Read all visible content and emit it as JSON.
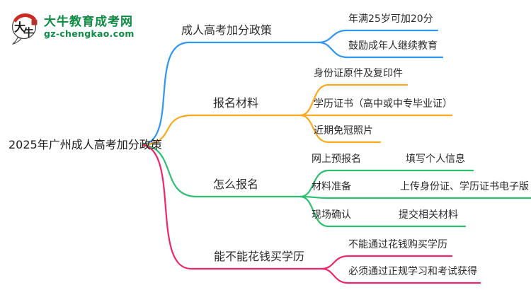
{
  "logo": {
    "brand": "大牛教育成考网",
    "domain": "gz-chengkao.com",
    "mark_char1": "大",
    "mark_char2": "牛",
    "brand_color": "#0e8c43",
    "seal_color": "#c0392b"
  },
  "mindmap": {
    "root": "2025年广州成人高考加分政策",
    "branches": [
      {
        "label": "成人高考加分政策",
        "color": "#2e96f5",
        "children": [
          {
            "label": "年满25岁可加20分"
          },
          {
            "label": "鼓励成年人继续教育"
          }
        ]
      },
      {
        "label": "报名材料",
        "color": "#faa91e",
        "children": [
          {
            "label": "身份证原件及复印件"
          },
          {
            "label": "学历证书（高中或中专毕业证）"
          },
          {
            "label": "近期免冠照片"
          }
        ]
      },
      {
        "label": "怎么报名",
        "color": "#2fbf70",
        "children": [
          {
            "label": "网上预报名",
            "detail": "填写个人信息"
          },
          {
            "label": "材料准备",
            "detail": "上传身份证、学历证书电子版"
          },
          {
            "label": "现场确认",
            "detail": "提交相关材料"
          }
        ]
      },
      {
        "label": "能不能花钱买学历",
        "color": "#f0256e",
        "children": [
          {
            "label": "不能通过花钱购买学历"
          },
          {
            "label": "必须通过正规学习和考试获得"
          }
        ]
      }
    ]
  }
}
